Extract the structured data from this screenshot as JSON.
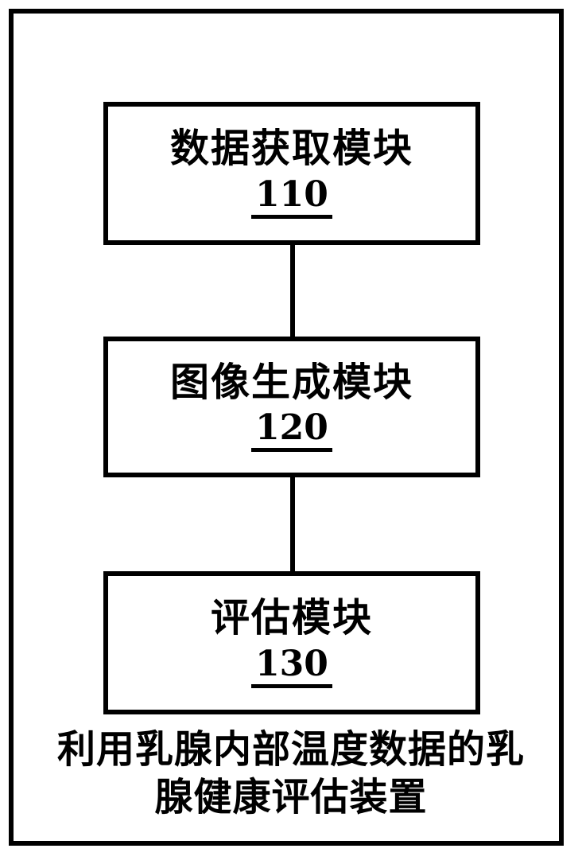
{
  "figure": {
    "modules": [
      {
        "name": "数据获取模块",
        "number": "110"
      },
      {
        "name": "图像生成模块",
        "number": "120"
      },
      {
        "name": "评估模块",
        "number": "130"
      }
    ],
    "caption": "利用乳腺内部温度数据的乳腺健康评估装置",
    "colors": {
      "ink": "#000000",
      "background": "#ffffff"
    }
  }
}
